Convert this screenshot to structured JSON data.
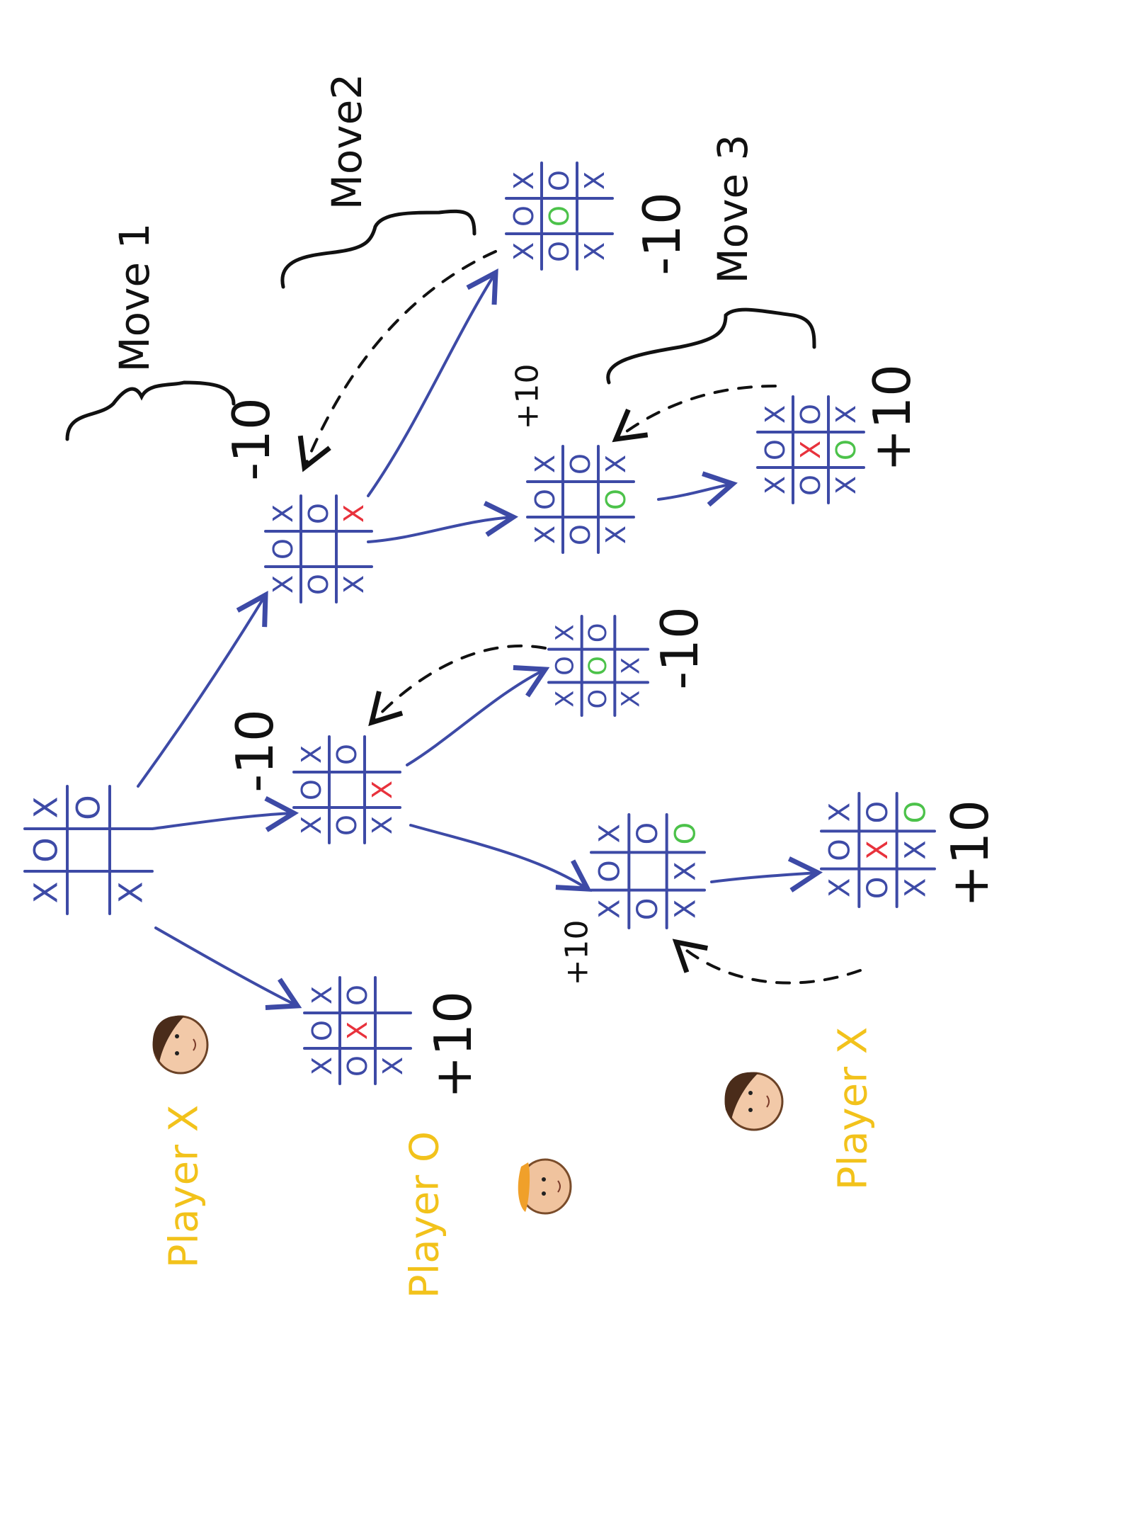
{
  "colors": {
    "grid": "#3d4aa6",
    "x_mark": "#3d4aa6",
    "o_mark": "#3d4aa6",
    "new_x": "#e8323c",
    "new_o": "#4cc24a",
    "score": "#111111",
    "player_label": "#f2c21b",
    "dashed_arrow": "#111111"
  },
  "move_labels": [
    "Move 1",
    "Move2",
    "Move 3"
  ],
  "player_labels": [
    "Player X",
    "Player O",
    "Player X"
  ],
  "boards": [
    {
      "id": "root",
      "cells": [
        "X",
        "O",
        "X",
        "",
        "",
        "O",
        "X",
        "",
        ""
      ],
      "highlight": [],
      "score": ""
    },
    {
      "id": "m1a",
      "cells": [
        "X",
        "O",
        "X",
        "O",
        "",
        "O",
        "X",
        "",
        "X"
      ],
      "highlight": [
        8
      ],
      "score": "-10"
    },
    {
      "id": "m1b",
      "cells": [
        "X",
        "O",
        "X",
        "O",
        "",
        "O",
        "X",
        "X",
        ""
      ],
      "highlight": [
        7
      ],
      "score": "-10"
    },
    {
      "id": "m1c",
      "cells": [
        "X",
        "O",
        "X",
        "O",
        "X",
        "O",
        "X",
        "",
        ""
      ],
      "highlight": [
        4
      ],
      "score": "+10"
    },
    {
      "id": "m2a",
      "cells": [
        "X",
        "O",
        "X",
        "O",
        "O",
        "O",
        "X",
        "",
        "X"
      ],
      "highlight": [
        4
      ],
      "score": "-10"
    },
    {
      "id": "m2b",
      "cells": [
        "X",
        "O",
        "X",
        "O",
        "",
        "O",
        "X",
        "O",
        "X"
      ],
      "highlight": [
        7
      ],
      "score": "+10"
    },
    {
      "id": "m2c",
      "cells": [
        "X",
        "O",
        "X",
        "O",
        "O",
        "O",
        "X",
        "X",
        ""
      ],
      "highlight": [
        4
      ],
      "score": "-10"
    },
    {
      "id": "m2d",
      "cells": [
        "X",
        "O",
        "X",
        "O",
        "",
        "O",
        "X",
        "X",
        "O"
      ],
      "highlight": [
        8
      ],
      "score": "+10"
    },
    {
      "id": "m3a",
      "cells": [
        "X",
        "O",
        "X",
        "O",
        "X",
        "O",
        "X",
        "O",
        "X"
      ],
      "highlight": [
        4,
        7
      ],
      "score": "+10"
    },
    {
      "id": "m3b",
      "cells": [
        "X",
        "O",
        "X",
        "O",
        "X",
        "O",
        "X",
        "X",
        "O"
      ],
      "highlight": [
        4,
        8
      ],
      "score": "+10"
    }
  ],
  "faces": [
    "face-1",
    "face-2",
    "face-3"
  ]
}
